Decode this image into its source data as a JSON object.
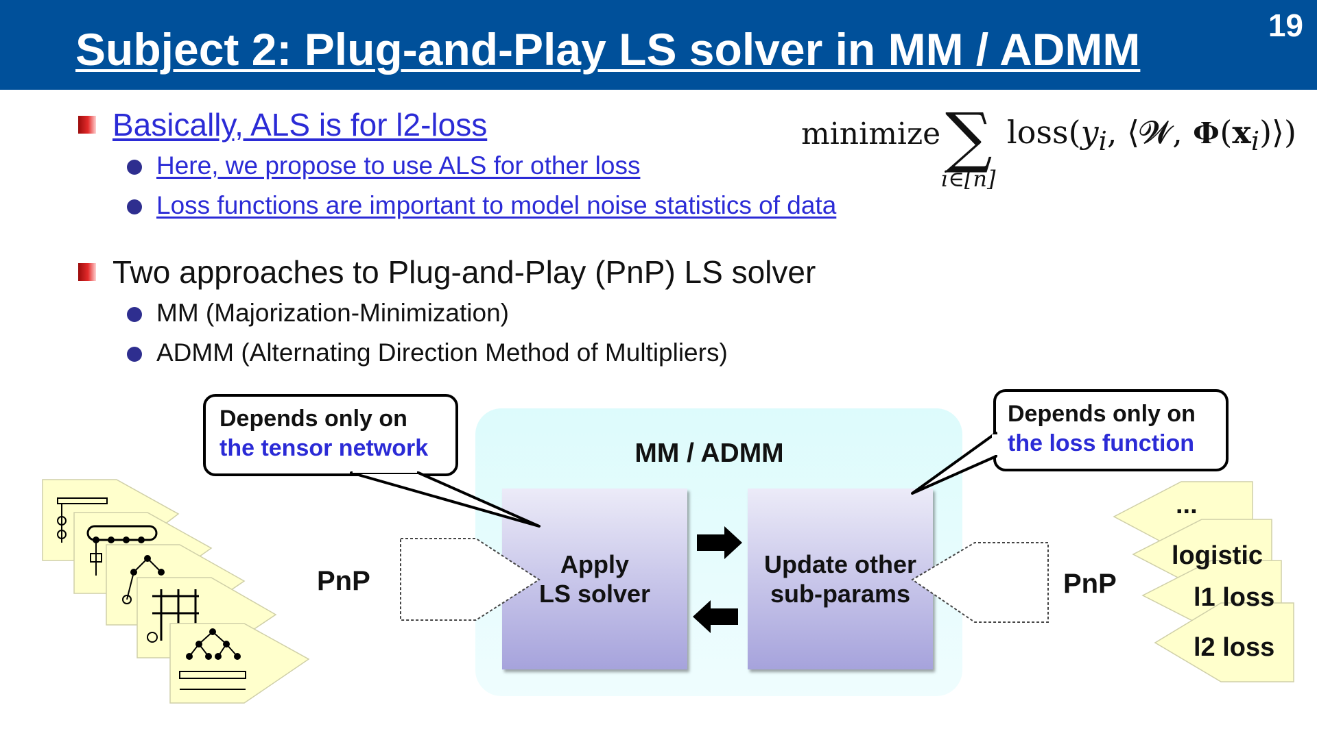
{
  "slide": {
    "title": "Subject 2: Plug-and-Play LS solver in MM / ADMM",
    "page_number": "19"
  },
  "bullets": [
    {
      "text": "Basically, ALS is for l2-loss",
      "sub": [
        "Here, we propose to use ALS for other loss",
        "Loss functions are important to model noise statistics of data"
      ]
    },
    {
      "text": "Two approaches to Plug-and-Play (PnP) LS solver",
      "sub": [
        "MM (Majorization-Minimization)",
        "ADMM (Alternating Direction Method of Multipliers)"
      ]
    }
  ],
  "equation": {
    "minimize": "minimize",
    "sigma": "∑",
    "subscript": "i∈[n]",
    "expr_prefix": "loss(",
    "y": "y",
    "y_sub": "i",
    "expr_mid": ", ⟨𝓦, 𝚽(",
    "x": "x",
    "x_sub": "i",
    "expr_suffix": ")⟩)"
  },
  "diagram": {
    "panel_label": "MM / ADMM",
    "left_box": [
      "Apply",
      "LS solver"
    ],
    "right_box": [
      "Update other",
      "sub-params"
    ],
    "left_callout": {
      "line1": "Depends only on",
      "line2": "the tensor network"
    },
    "right_callout": {
      "line1": "Depends only on",
      "line2": "the loss function"
    },
    "pnp_left": "PnP",
    "pnp_right": "PnP",
    "loss_cards": [
      "...",
      "logistic",
      "l1 loss",
      "l2 loss"
    ]
  },
  "colors": {
    "header": "#00509A",
    "link": "#2b2bd6",
    "bullet_square": "#e32b2b",
    "bullet_dot": "#2e2e8f",
    "panel": "#ddfbfc",
    "box": "#a6a3dc",
    "card": "#ffffcc"
  }
}
